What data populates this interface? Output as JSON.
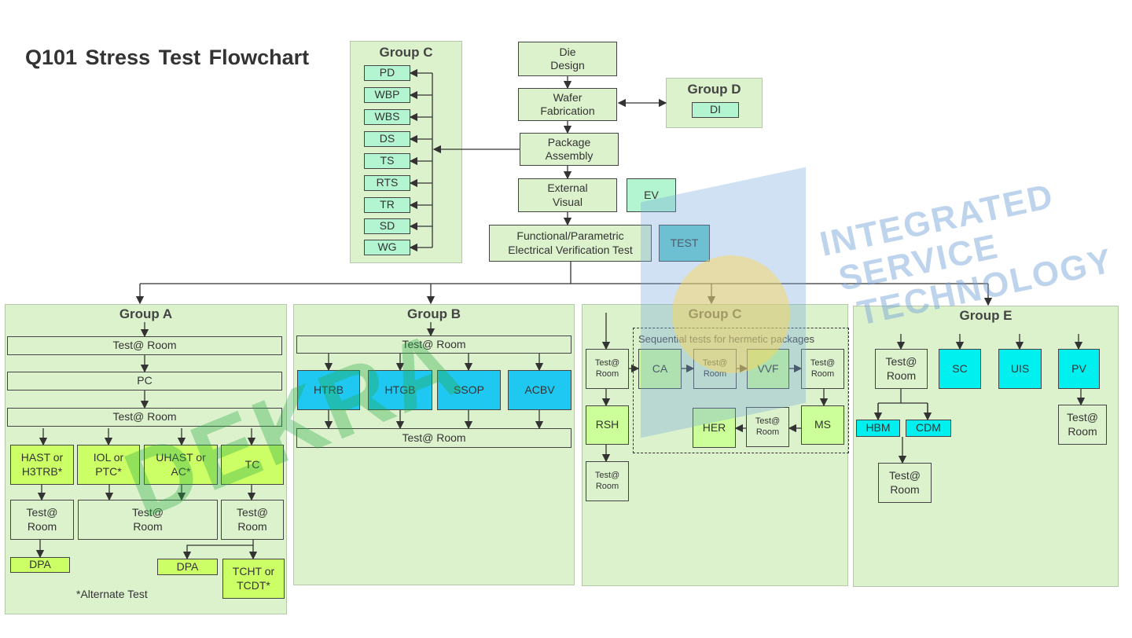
{
  "title": "Q101  Stress  Test Flowchart",
  "top": {
    "die_design": "Die\nDesign",
    "wafer_fab": "Wafer\nFabrication",
    "package_assembly": "Package\nAssembly",
    "external_visual": "External\nVisual",
    "ev": "EV",
    "functional": "Functional/Parametric\nElectrical Verification Test",
    "test": "TEST"
  },
  "group_c_top": {
    "title": "Group C",
    "items": [
      "PD",
      "WBP",
      "WBS",
      "DS",
      "TS",
      "RTS",
      "TR",
      "SD",
      "WG"
    ]
  },
  "group_d": {
    "title": "Group D",
    "item": "DI"
  },
  "group_a": {
    "title": "Group A",
    "test_room": "Test@ Room",
    "pc": "PC",
    "hast": "HAST or\nH3TRB*",
    "iol": "IOL  or\nPTC*",
    "uhast": "UHAST or\nAC*",
    "tc": "TC",
    "test_room2": "Test@\nRoom",
    "dpa": "DPA",
    "tcht": "TCHT  or\nTCDT*",
    "note": "*Alternate Test"
  },
  "group_b": {
    "title": "Group B",
    "test_room": "Test@ Room",
    "items": [
      "HTRB",
      "HTGB",
      "SSOP",
      "ACBV"
    ]
  },
  "group_c": {
    "title": "Group C",
    "test_room": "Test@\nRoom",
    "rsh": "RSH",
    "sequential": "Sequential tests for hermetic packages",
    "ca": "CA",
    "vvf": "VVF",
    "ms": "MS",
    "her": "HER"
  },
  "group_e": {
    "title": "Group E",
    "test_room": "Test@\nRoom",
    "sc": "SC",
    "uis": "UIS",
    "pv": "PV",
    "hbm": "HBM",
    "cdm": "CDM"
  },
  "watermarks": {
    "dekra": "DEKRA",
    "ist": "INTEGRATED\nSERVICE\nTECHNOLOGY"
  }
}
